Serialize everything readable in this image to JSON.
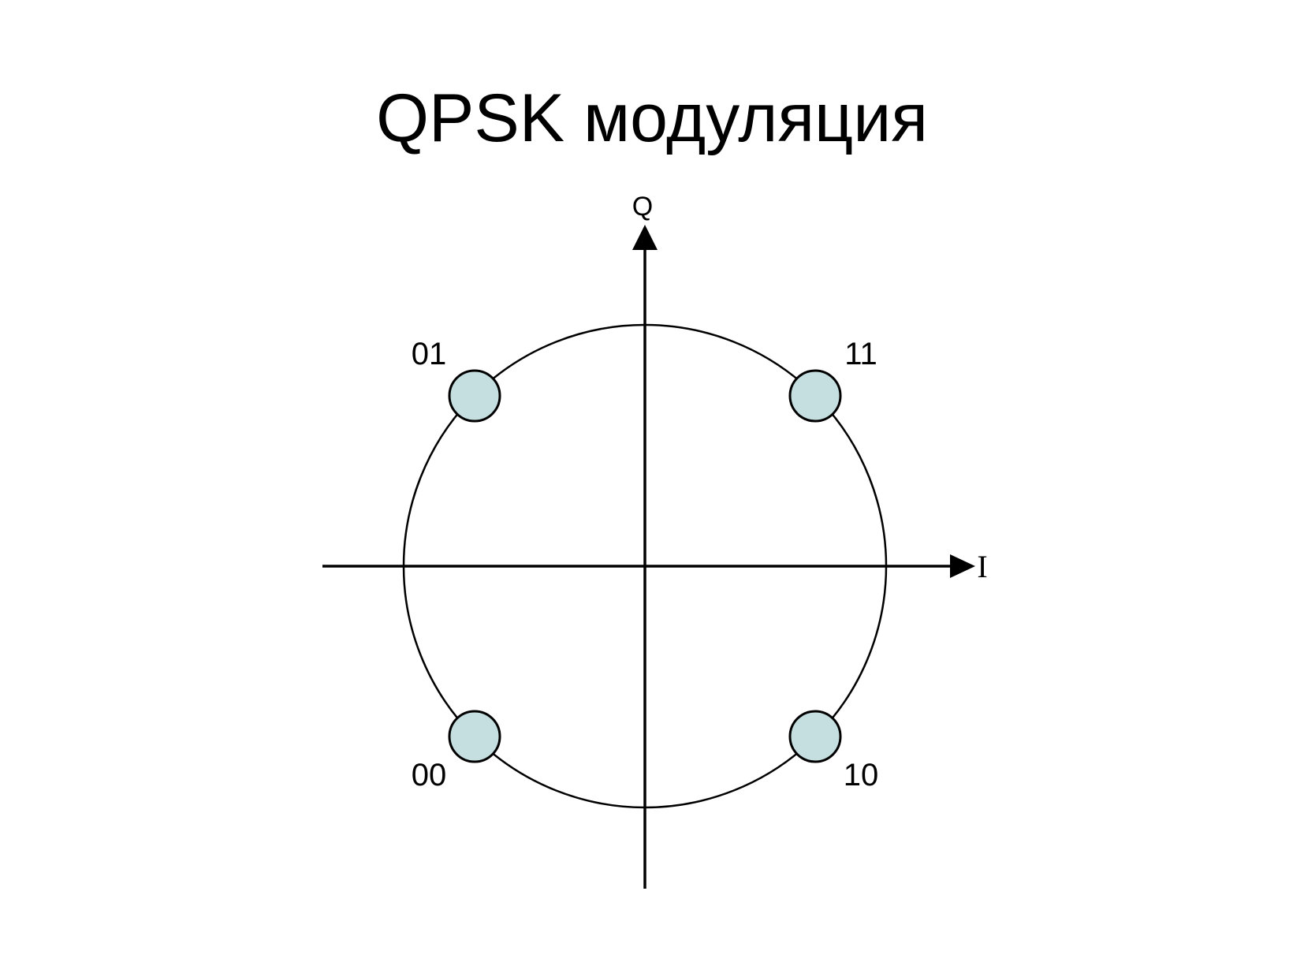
{
  "title": "QPSK модуляция",
  "axes": {
    "horizontal_label": "I",
    "vertical_label": "Q"
  },
  "constellation": {
    "points": [
      {
        "bits": "11",
        "i": 1,
        "q": 1
      },
      {
        "bits": "01",
        "i": -1,
        "q": 1
      },
      {
        "bits": "00",
        "i": -1,
        "q": -1
      },
      {
        "bits": "10",
        "i": 1,
        "q": -1
      }
    ]
  },
  "colors": {
    "point_fill": "#c5dfe1",
    "stroke": "#000000"
  }
}
